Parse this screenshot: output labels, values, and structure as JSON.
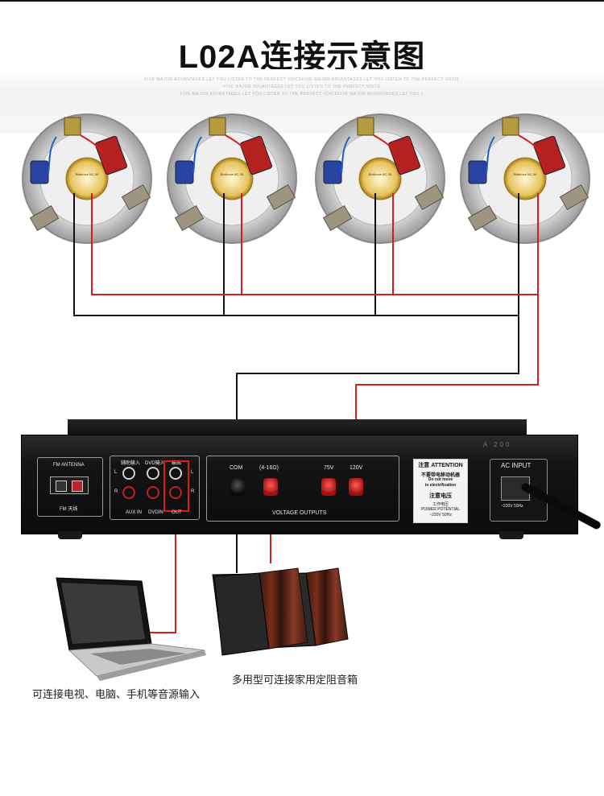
{
  "title": "L02A连接示意图",
  "slogans": [
    "FIVE MAJOR ADVANTAGES LET YOU LISTEN TO THE PERFECT VOICEFIVE MAJOR ADVANTAGES LET YOU LISTEN TO THE PERFECT VOICE",
    "FIVE MAJOR ADVANTAGES LET YOU LISTEN TO THE PERFECT VOICE",
    "FIVE MAJOR ADVANTAGES LET YOU LISTEN TO THE PERFECT VOICEFIVE MAJOR ADVANTAGES LET YOU L"
  ],
  "speaker_badge": "Blallence BC-36",
  "wire_colors": {
    "red": "#e01a1a",
    "black": "#111111"
  },
  "amplifier": {
    "model_mark": "A 200",
    "fm": {
      "title": "FM ANTENNA",
      "label": "FM 天线"
    },
    "rca": {
      "aux_in_cn": "辅助输入",
      "dvd_in_cn": "DVD输入",
      "out_cn": "输出",
      "aux_in": "AUX IN",
      "dvd_in": "DVDIN",
      "out": "OUT",
      "left": "L",
      "right": "R"
    },
    "outputs": {
      "com": "COM",
      "ohm": "(4-16Ω)",
      "v75": "75V",
      "v120": "120V",
      "title": "VOLTAGE OUTPUTS"
    },
    "notice": {
      "head_cn": "注意",
      "head_en": "ATTENTION",
      "move_cn": "不要带电移动机器",
      "move_en_1": "Do not move",
      "move_en_2": "in electrification",
      "volt_cn": "注意电压",
      "work_cn": "工作电压",
      "potential": "POWER POTENTIAL",
      "spec": "~220V 50Hz"
    },
    "ac_input": {
      "title": "AC INPUT",
      "spec": "~220V 50Hz"
    }
  },
  "captions": {
    "laptop": "可连接电视、电脑、手机等音源输入",
    "speakers": "多用型可连接家用定阻音箱"
  }
}
